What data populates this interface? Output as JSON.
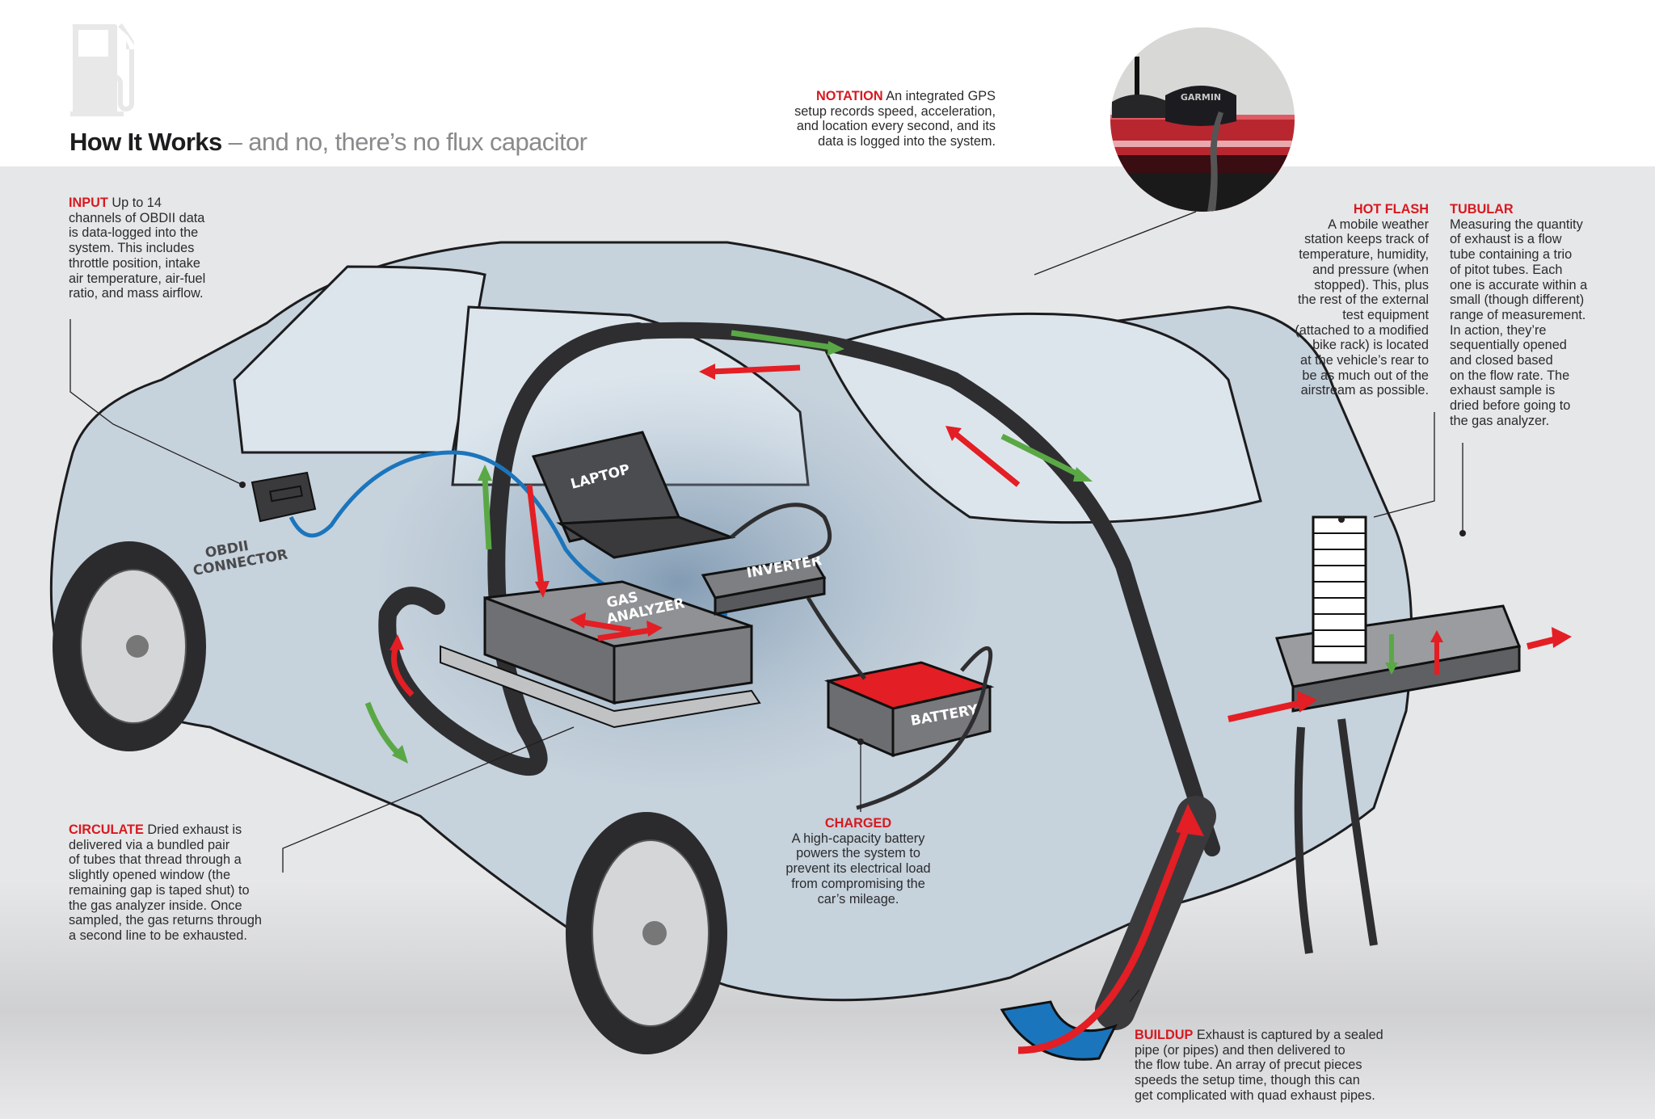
{
  "header": {
    "title": "How It Works",
    "subtitle": " – and no, there’s no flux capacitor",
    "icon": "fuel-pump-icon"
  },
  "colors": {
    "accent_red": "#d71920",
    "flow_green": "#5aa845",
    "wire_blue": "#1b75bc",
    "battery_red": "#e31e24",
    "background_gray": "#e6e7e8"
  },
  "callouts": {
    "notation": {
      "heading": "NOTATION",
      "lines": [
        " An integrated GPS",
        "setup records speed, acceleration,",
        "and location every second, and its",
        "data is logged into the system."
      ]
    },
    "input": {
      "heading": "INPUT",
      "lines": [
        " Up to 14",
        "channels of OBDII data",
        "is data-logged into the",
        "system. This includes",
        "throttle position, intake",
        "air temperature, air-fuel",
        "ratio, and mass airflow."
      ]
    },
    "hot_flash": {
      "heading": "HOT FLASH",
      "lines": [
        "A mobile weather",
        "station keeps track of",
        "temperature, humidity,",
        "and pressure (when",
        "stopped). This, plus",
        "the rest of the external",
        "test equipment",
        "(attached to a modified",
        "bike rack) is located",
        "at the vehicle’s rear to",
        "be as much out of the",
        "airstream as possible."
      ]
    },
    "tubular": {
      "heading": "TUBULAR",
      "lines": [
        "Measuring the quantity",
        "of exhaust is a flow",
        "tube containing a trio",
        "of pitot tubes. Each",
        "one is accurate within a",
        "small (though different)",
        "range of measurement.",
        "In action, they’re",
        "sequentially opened",
        "and closed based",
        "on the flow rate. The",
        "exhaust sample is",
        "dried before going to",
        "the gas analyzer."
      ]
    },
    "circulate": {
      "heading": "CIRCULATE",
      "lines": [
        "  Dried exhaust is",
        "delivered via a bundled pair",
        "of tubes that thread through a",
        "slightly opened window (the",
        "remaining gap is taped shut) to",
        "the gas analyzer inside. Once",
        "sampled, the gas returns through",
        "a second line to be exhausted."
      ]
    },
    "charged": {
      "heading": "CHARGED",
      "lines": [
        "A high-capacity battery",
        "powers the system to",
        "prevent its electrical load",
        "from compromising the",
        "car’s mileage."
      ]
    },
    "buildup": {
      "heading": "BUILDUP",
      "lines": [
        " Exhaust is captured by a sealed",
        "pipe (or pipes) and then delivered to",
        "the flow tube. An array of precut pieces",
        "speeds the setup time, though this can",
        "get complicated with quad exhaust pipes."
      ]
    }
  },
  "diagram_labels": {
    "obdii_line1": "OBDII",
    "obdii_line2": "CONNECTOR",
    "laptop": "LAPTOP",
    "gas_line1": "GAS",
    "gas_line2": "ANALYZER",
    "inverter": "INVERTER",
    "battery": "BATTERY",
    "gps_brand": "GARMIN"
  }
}
